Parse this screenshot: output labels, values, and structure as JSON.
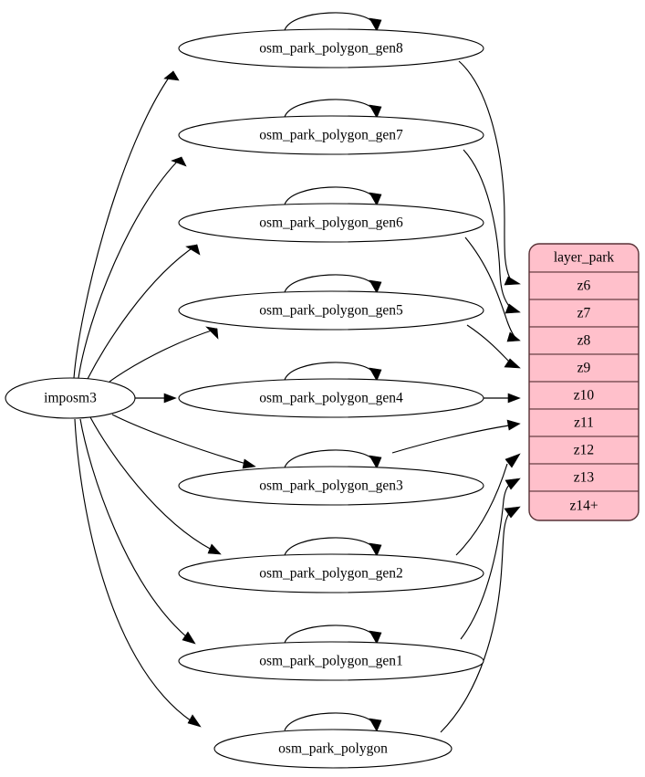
{
  "diagram": {
    "type": "graphviz-digraph",
    "background": "#ffffff",
    "source_node": {
      "id": "imposm3",
      "label": "imposm3",
      "shape": "ellipse",
      "fill": "#ffffff"
    },
    "table": {
      "name": "layer_park-table",
      "fill": "#ffc0cb",
      "border": "#5a3338",
      "header": "layer_park",
      "rows": [
        "z6",
        "z7",
        "z8",
        "z9",
        "z10",
        "z11",
        "z12",
        "z13",
        "z14+"
      ]
    },
    "nodes": [
      {
        "id": "gen8",
        "label": "osm_park_polygon_gen8",
        "target_row": "z6"
      },
      {
        "id": "gen7",
        "label": "osm_park_polygon_gen7",
        "target_row": "z7"
      },
      {
        "id": "gen6",
        "label": "osm_park_polygon_gen6",
        "target_row": "z8"
      },
      {
        "id": "gen5",
        "label": "osm_park_polygon_gen5",
        "target_row": "z9"
      },
      {
        "id": "gen4",
        "label": "osm_park_polygon_gen4",
        "target_row": "z10"
      },
      {
        "id": "gen3",
        "label": "osm_park_polygon_gen3",
        "target_row": "z11"
      },
      {
        "id": "gen2",
        "label": "osm_park_polygon_gen2",
        "target_row": "z12"
      },
      {
        "id": "gen1",
        "label": "osm_park_polygon_gen1",
        "target_row": "z13"
      },
      {
        "id": "base",
        "label": "osm_park_polygon",
        "target_row": "z14+"
      }
    ],
    "edges": {
      "from_source": [
        "imposm3 -> osm_park_polygon_gen8",
        "imposm3 -> osm_park_polygon_gen7",
        "imposm3 -> osm_park_polygon_gen6",
        "imposm3 -> osm_park_polygon_gen5",
        "imposm3 -> osm_park_polygon_gen4",
        "imposm3 -> osm_park_polygon_gen3",
        "imposm3 -> osm_park_polygon_gen2",
        "imposm3 -> osm_park_polygon_gen1",
        "imposm3 -> osm_park_polygon"
      ],
      "self_loops": [
        "osm_park_polygon_gen8",
        "osm_park_polygon_gen7",
        "osm_park_polygon_gen6",
        "osm_park_polygon_gen5",
        "osm_park_polygon_gen4",
        "osm_park_polygon_gen3",
        "osm_park_polygon_gen2",
        "osm_park_polygon_gen1",
        "osm_park_polygon"
      ],
      "to_table": [
        "osm_park_polygon_gen8 -> z6",
        "osm_park_polygon_gen7 -> z7",
        "osm_park_polygon_gen6 -> z8",
        "osm_park_polygon_gen5 -> z9",
        "osm_park_polygon_gen4 -> z10",
        "osm_park_polygon_gen3 -> z11",
        "osm_park_polygon_gen2 -> z12",
        "osm_park_polygon_gen1 -> z13",
        "osm_park_polygon -> z14+"
      ]
    }
  }
}
